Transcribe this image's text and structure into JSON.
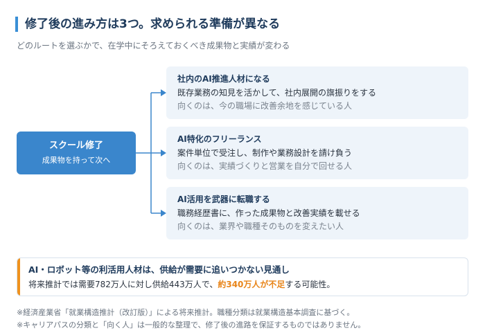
{
  "header": {
    "title": "修了後の進み方は3つ。求められる準備が異なる",
    "subtitle": "どのルートを選ぶかで、在学中にそろえておくべき成果物と実績が変わる"
  },
  "start_node": {
    "title": "スクール修了",
    "subtitle": "成果物を持って次へ"
  },
  "routes": [
    {
      "title": "社内のAI推進人材になる",
      "description": "既存業務の知見を活かして、社内展開の旗振りをする",
      "fit": "向くのは、今の職場に改善余地を感じている人"
    },
    {
      "title": "AI特化のフリーランス",
      "description": "案件単位で受注し、制作や業務設計を請け負う",
      "fit": "向くのは、実績づくりと営業を自分で回せる人"
    },
    {
      "title": "AI活用を武器に転職する",
      "description": "職務経歴書に、作った成果物と改善実績を載せる",
      "fit": "向くのは、業界や職種そのものを変えたい人"
    }
  ],
  "callout": {
    "title": "AI・ロボット等の利活用人材は、供給が需要に追いつかない見通し",
    "body_before": "将来推計では需要782万人に対し供給443万人で、",
    "body_highlight": "約340万人が不足",
    "body_after": "する可能性。"
  },
  "notes": [
    "※経済産業省「就業構造推計（改訂版）」による将来推計。職種分類は就業構造基本調査に基づく。",
    "※キャリアパスの分類と「向く人」は一般的な整理で、修了後の進路を保証するものではありません。"
  ],
  "colors": {
    "accent_blue": "#3a86cc",
    "highlight_orange": "#e8851a",
    "route_bg": "#eef4fa"
  }
}
